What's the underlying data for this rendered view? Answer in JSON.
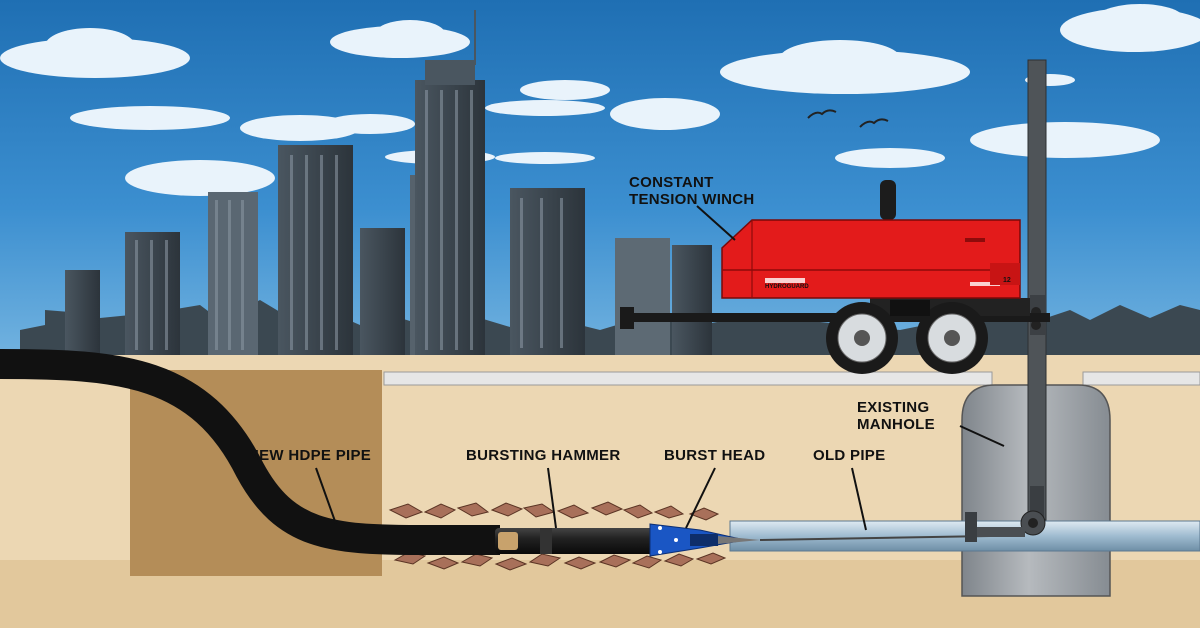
{
  "labels": {
    "winch": "CONSTANT\nTENSION WINCH",
    "manhole": "EXISTING\nMANHOLE",
    "hdpe": "NEW HDPE PIPE",
    "hammer": "BURSTING HAMMER",
    "burst_head": "BURST HEAD",
    "old_pipe": "OLD PIPE"
  },
  "trailer_text": {
    "brand": "HYDROGUARD",
    "model": "12"
  },
  "colors": {
    "sky_top": "#1f6fb3",
    "sky_bottom": "#6fb0dc",
    "soil": "#ecd7b3",
    "pit": "#b08a55",
    "trailer_red": "#e31b1b",
    "pipe_black": "#111111",
    "old_pipe": "#b8cfe0",
    "burst_head_blue": "#1a56c4",
    "manhole_gray": "#9ea3a8"
  }
}
